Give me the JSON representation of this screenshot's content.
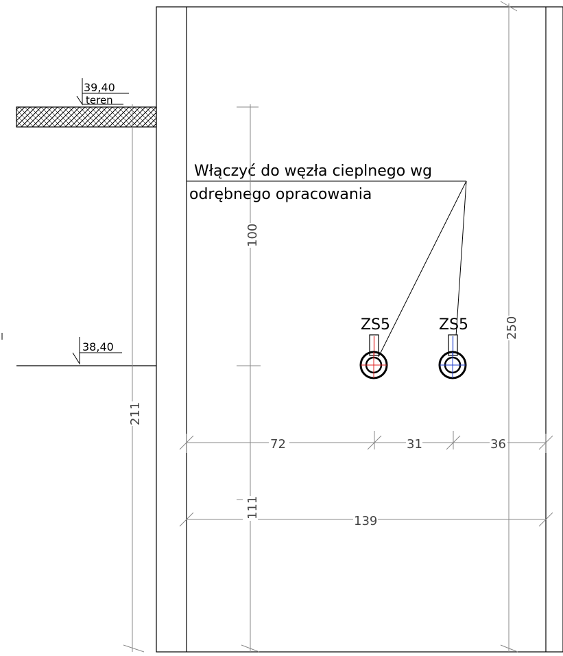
{
  "levels": {
    "terrain_elevation": "39,40",
    "terrain_label": "teren",
    "lower_elevation": "38,40"
  },
  "note": {
    "line1": "Włączyć do węzła cieplnego wg",
    "line2": "odrębnego opracowania"
  },
  "pipes": {
    "left_label": "ZS5",
    "right_label": "ZS5"
  },
  "dimensions": {
    "vertical_upper": "100",
    "vertical_lower": "111",
    "vertical_total": "250",
    "vertical_left": "211",
    "horizontal_a": "72",
    "horizontal_b": "31",
    "horizontal_c": "36",
    "horizontal_total": "139"
  },
  "colors": {
    "line": "#000000",
    "dimension": "#888888",
    "pipe_red": "#e02020",
    "pipe_blue": "#1f3fd0"
  }
}
